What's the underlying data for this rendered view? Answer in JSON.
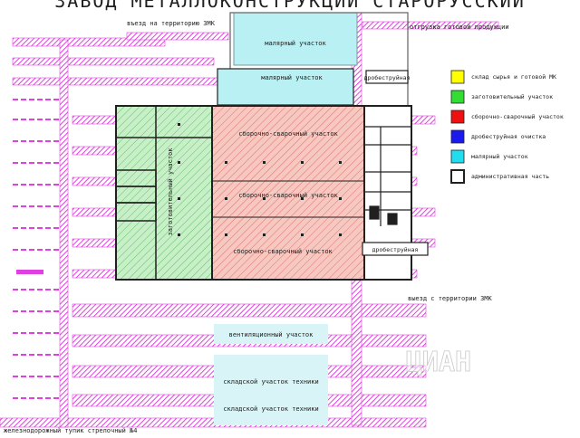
{
  "title": "ЗАВОД МЕТАЛЛОКОНСТРУКЦИЙ СТАРОРУССКИЙ",
  "labels": {
    "entry": "въезд на территорию ЗМК",
    "exit": "выезд с территории ЗМК",
    "shipping": "отгрузка готовой продукции",
    "paint_top": "малярный участок",
    "paint_mid": "малярный участок",
    "shot_top": "дробеструйная",
    "shot_bottom": "дробеструйная",
    "blank_area": "заготовительный участок",
    "weld_1": "сборочно-сварочный участок",
    "weld_2": "сборочно-сварочный участок",
    "weld_3": "сборочно-сварочный участок",
    "ventilation": "вентиляционный участок",
    "storage_1": "складской участок техники",
    "storage_2": "складской участок техники",
    "railway": "железнодорожный тупик стрелочный №4",
    "watermark": "ЦИАН"
  },
  "legend": [
    {
      "label": "склад сырья и готовой МК",
      "color": "#ffff00"
    },
    {
      "label": "заготовительный участок",
      "color": "#33dd33"
    },
    {
      "label": "сборочно-сварочный участок",
      "color": "#ee1111"
    },
    {
      "label": "дробеструйная очистка",
      "color": "#1a1aee"
    },
    {
      "label": "малярный участок",
      "color": "#22ddee"
    },
    {
      "label": "административная часть",
      "color": "#ffffff"
    }
  ],
  "colors": {
    "hatch": "#e040e0",
    "blank_fill": "#c8f0c8",
    "weld_fill": "#f7c8c0",
    "paint_fill": "#b8f0f4",
    "light_fill": "#d8f4f6",
    "wall": "#202020"
  }
}
